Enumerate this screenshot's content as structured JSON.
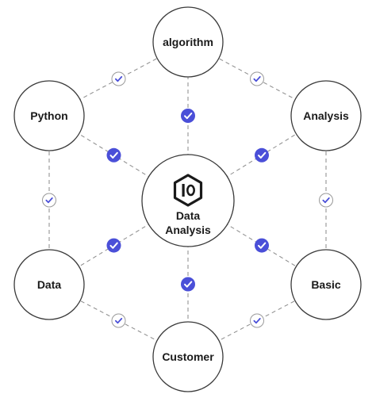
{
  "center": {
    "label_line1": "Data",
    "label_line2": "Analysis",
    "logo_icon": "hexagon-logo-icon"
  },
  "nodes": [
    {
      "id": "algorithm",
      "label": "algorithm"
    },
    {
      "id": "python",
      "label": "Python"
    },
    {
      "id": "analysis",
      "label": "Analysis"
    },
    {
      "id": "data",
      "label": "Data"
    },
    {
      "id": "basic",
      "label": "Basic"
    },
    {
      "id": "customer",
      "label": "Customer"
    }
  ],
  "edges": {
    "spokes": [
      {
        "from": "center",
        "to": "algorithm",
        "badge": "filled"
      },
      {
        "from": "center",
        "to": "python",
        "badge": "filled"
      },
      {
        "from": "center",
        "to": "analysis",
        "badge": "filled"
      },
      {
        "from": "center",
        "to": "data",
        "badge": "filled"
      },
      {
        "from": "center",
        "to": "basic",
        "badge": "filled"
      },
      {
        "from": "center",
        "to": "customer",
        "badge": "filled"
      }
    ],
    "ring": [
      {
        "from": "algorithm",
        "to": "python",
        "badge": "outline"
      },
      {
        "from": "algorithm",
        "to": "analysis",
        "badge": "outline"
      },
      {
        "from": "python",
        "to": "data",
        "badge": "outline"
      },
      {
        "from": "analysis",
        "to": "basic",
        "badge": "outline"
      },
      {
        "from": "data",
        "to": "customer",
        "badge": "outline"
      },
      {
        "from": "basic",
        "to": "customer",
        "badge": "outline"
      }
    ]
  },
  "colors": {
    "accent": "#4a4fd8",
    "outline_badge_stroke": "#9a9a9a",
    "node_stroke": "#3a3a3a",
    "edge": "#8a8a8a",
    "text": "#1a1a1a"
  },
  "icons": {
    "filled_badge": "check-badge-filled-icon",
    "outline_badge": "check-badge-outline-icon"
  }
}
